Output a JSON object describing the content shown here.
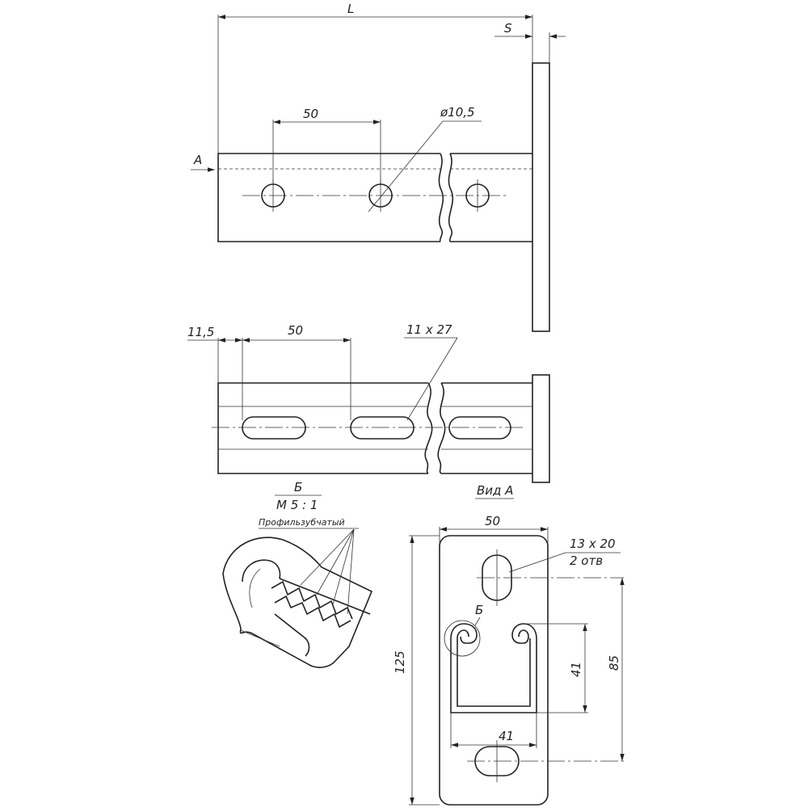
{
  "top_view": {
    "dim_length": "L",
    "dim_plate": "S",
    "dim_pitch": "50",
    "dim_hole": "ø10,5",
    "view_arrow": "A"
  },
  "side_view": {
    "dim_offset": "11,5",
    "dim_pitch": "50",
    "dim_slot": "11 x 27"
  },
  "detail": {
    "letter": "Б",
    "scale": "M 5 : 1",
    "profile_label": "Профильзубчатый"
  },
  "view_a": {
    "title": "Вид А",
    "dim_width": "50",
    "dim_height": "125",
    "slot_size": "13 x 20",
    "slot_count": "2 отв",
    "detail_ref": "Б",
    "dim_channel_h": "41",
    "dim_slot_pitch": "85",
    "dim_channel_w": "41"
  }
}
